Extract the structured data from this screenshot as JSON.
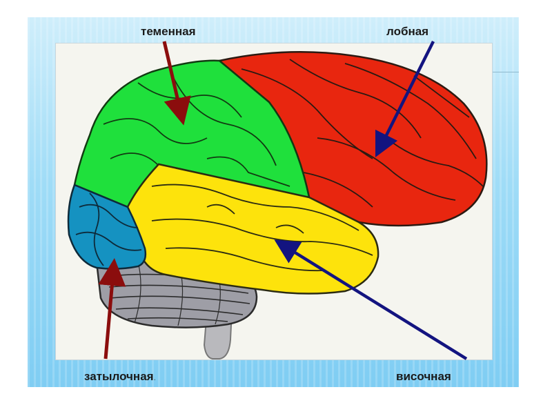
{
  "labels": {
    "parietal": "теменная",
    "frontal": "лобная",
    "occipital": "затылочная",
    "occipital_suffix": ".",
    "temporal": "височная"
  },
  "colors": {
    "parietal": "#1fe03c",
    "frontal": "#e8260f",
    "temporal": "#fde30c",
    "occipital": "#1592c1",
    "cerebellum": "#9e9ea6",
    "brainstem": "#b9b9bd",
    "arrow_dark_red": "#8b0d0d",
    "arrow_navy": "#131480"
  }
}
